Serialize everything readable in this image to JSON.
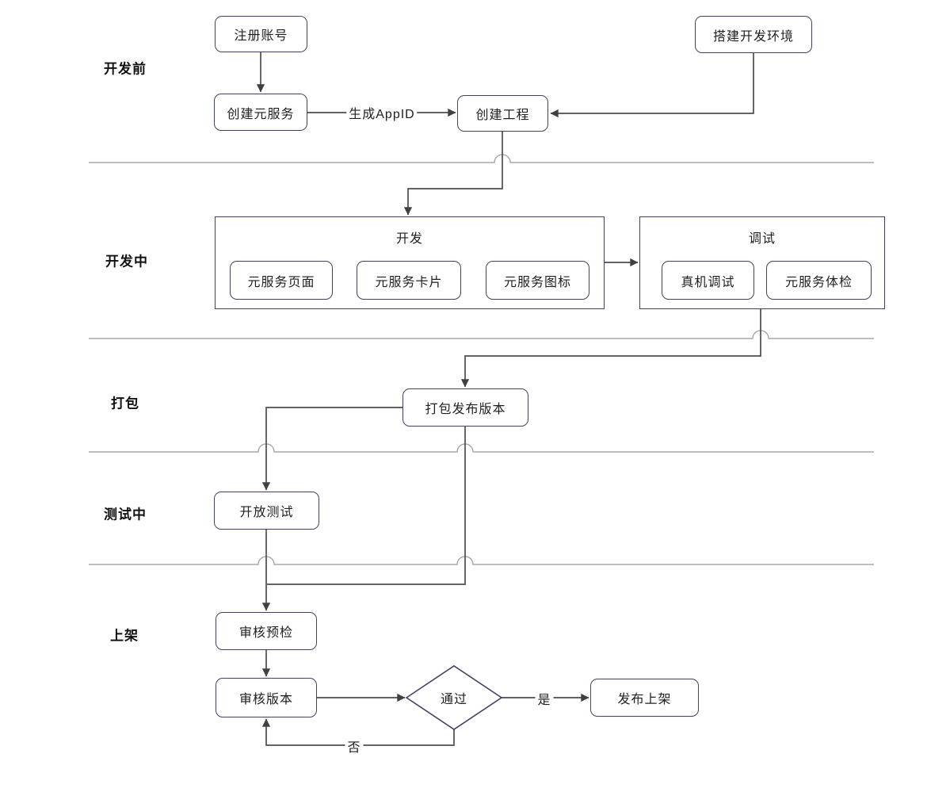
{
  "diagram": {
    "sections": [
      {
        "label": "开发前"
      },
      {
        "label": "开发中"
      },
      {
        "label": "打包"
      },
      {
        "label": "测试中"
      },
      {
        "label": "上架"
      }
    ],
    "nodes": {
      "register_account": "注册账号",
      "setup_env": "搭建开发环境",
      "create_atomic_service": "创建元服务",
      "create_project": "创建工程",
      "dev_group_title": "开发",
      "service_page": "元服务页面",
      "service_card": "元服务卡片",
      "service_icon_node": "元服务图标",
      "debug_group_title": "调试",
      "device_debug": "真机调试",
      "service_checkup": "元服务体检",
      "package_release": "打包发布版本",
      "open_testing": "开放测试",
      "review_precheck": "审核预检",
      "review_version": "审核版本",
      "pass_decision": "通过",
      "publish_release": "发布上架"
    },
    "edge_labels": {
      "generate_appid": "生成AppID",
      "yes": "是",
      "no": "否"
    },
    "colors": {
      "node_border": "#3f4266",
      "flow_line": "#4d4d4d",
      "divider": "#a8a8a8",
      "text": "#1f1f1f"
    }
  }
}
